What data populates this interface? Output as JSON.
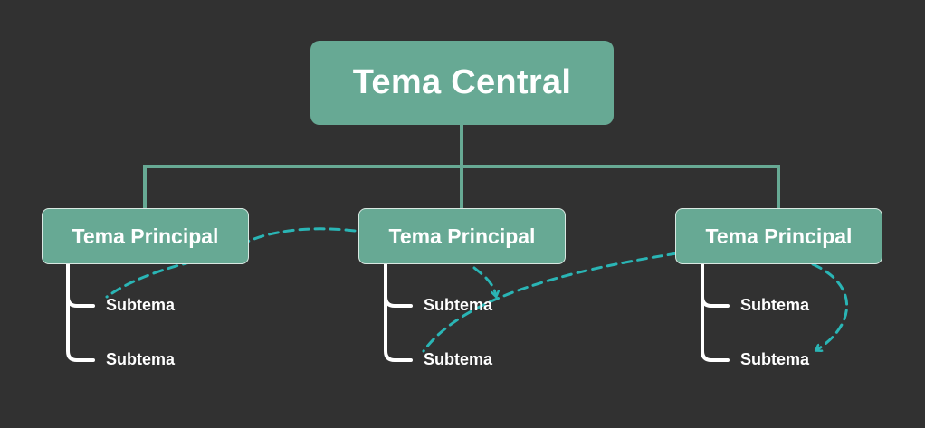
{
  "diagram": {
    "central": {
      "label": "Tema Central"
    },
    "branches": [
      {
        "label": "Tema Principal",
        "subtopics": [
          "Subtema",
          "Subtema"
        ]
      },
      {
        "label": "Tema Principal",
        "subtopics": [
          "Subtema",
          "Subtema"
        ]
      },
      {
        "label": "Tema Principal",
        "subtopics": [
          "Subtema",
          "Subtema"
        ]
      }
    ]
  },
  "colors": {
    "background": "#313131",
    "node_fill": "#67a994",
    "tree_line": "#67a994",
    "sub_line": "#ffffff",
    "relation_line": "#2ab5b5",
    "text": "#ffffff"
  }
}
